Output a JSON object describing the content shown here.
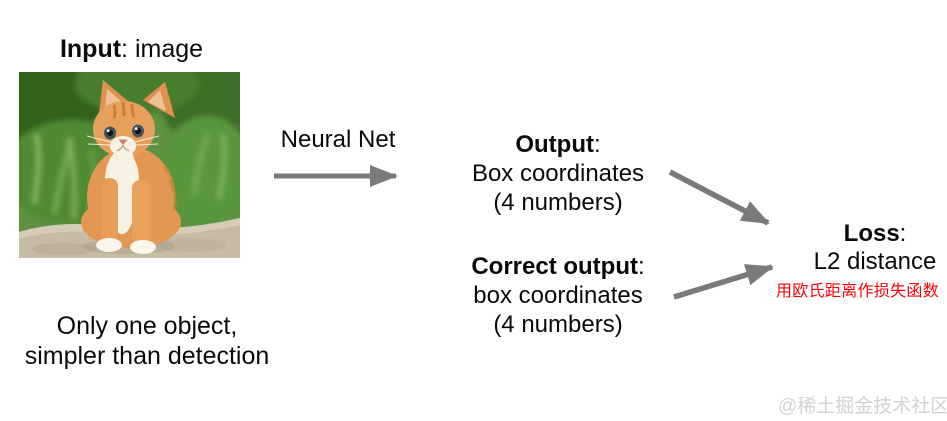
{
  "colors": {
    "arrow": "#7a7a7a",
    "text": "#0a0a0a",
    "annotation_red": "#fb0204",
    "watermark_gray": "#d2d2d2"
  },
  "input_label": {
    "bold": "Input",
    "rest": ": image"
  },
  "flow": {
    "neural_net_label": "Neural Net"
  },
  "output_block": {
    "title_bold": "Output",
    "title_rest": ":",
    "line2": "Box coordinates",
    "line3": "(4 numbers)"
  },
  "correct_block": {
    "title_bold": "Correct output",
    "title_rest": ":",
    "line2": "box coordinates",
    "line3": "(4 numbers)"
  },
  "loss_block": {
    "title_bold": "Loss",
    "title_rest": ":",
    "line2": "L2 distance",
    "annotation": "用欧氏距离作损失函数"
  },
  "note": {
    "line1": "Only one object,",
    "line2": "simpler than detection"
  },
  "watermark": "@稀土掘金技术社区",
  "icons": {
    "arrow_right": "horizontal gray arrow",
    "arrow_down_right": "diagonal gray arrow to loss",
    "arrow_up_right": "diagonal gray arrow to loss"
  }
}
